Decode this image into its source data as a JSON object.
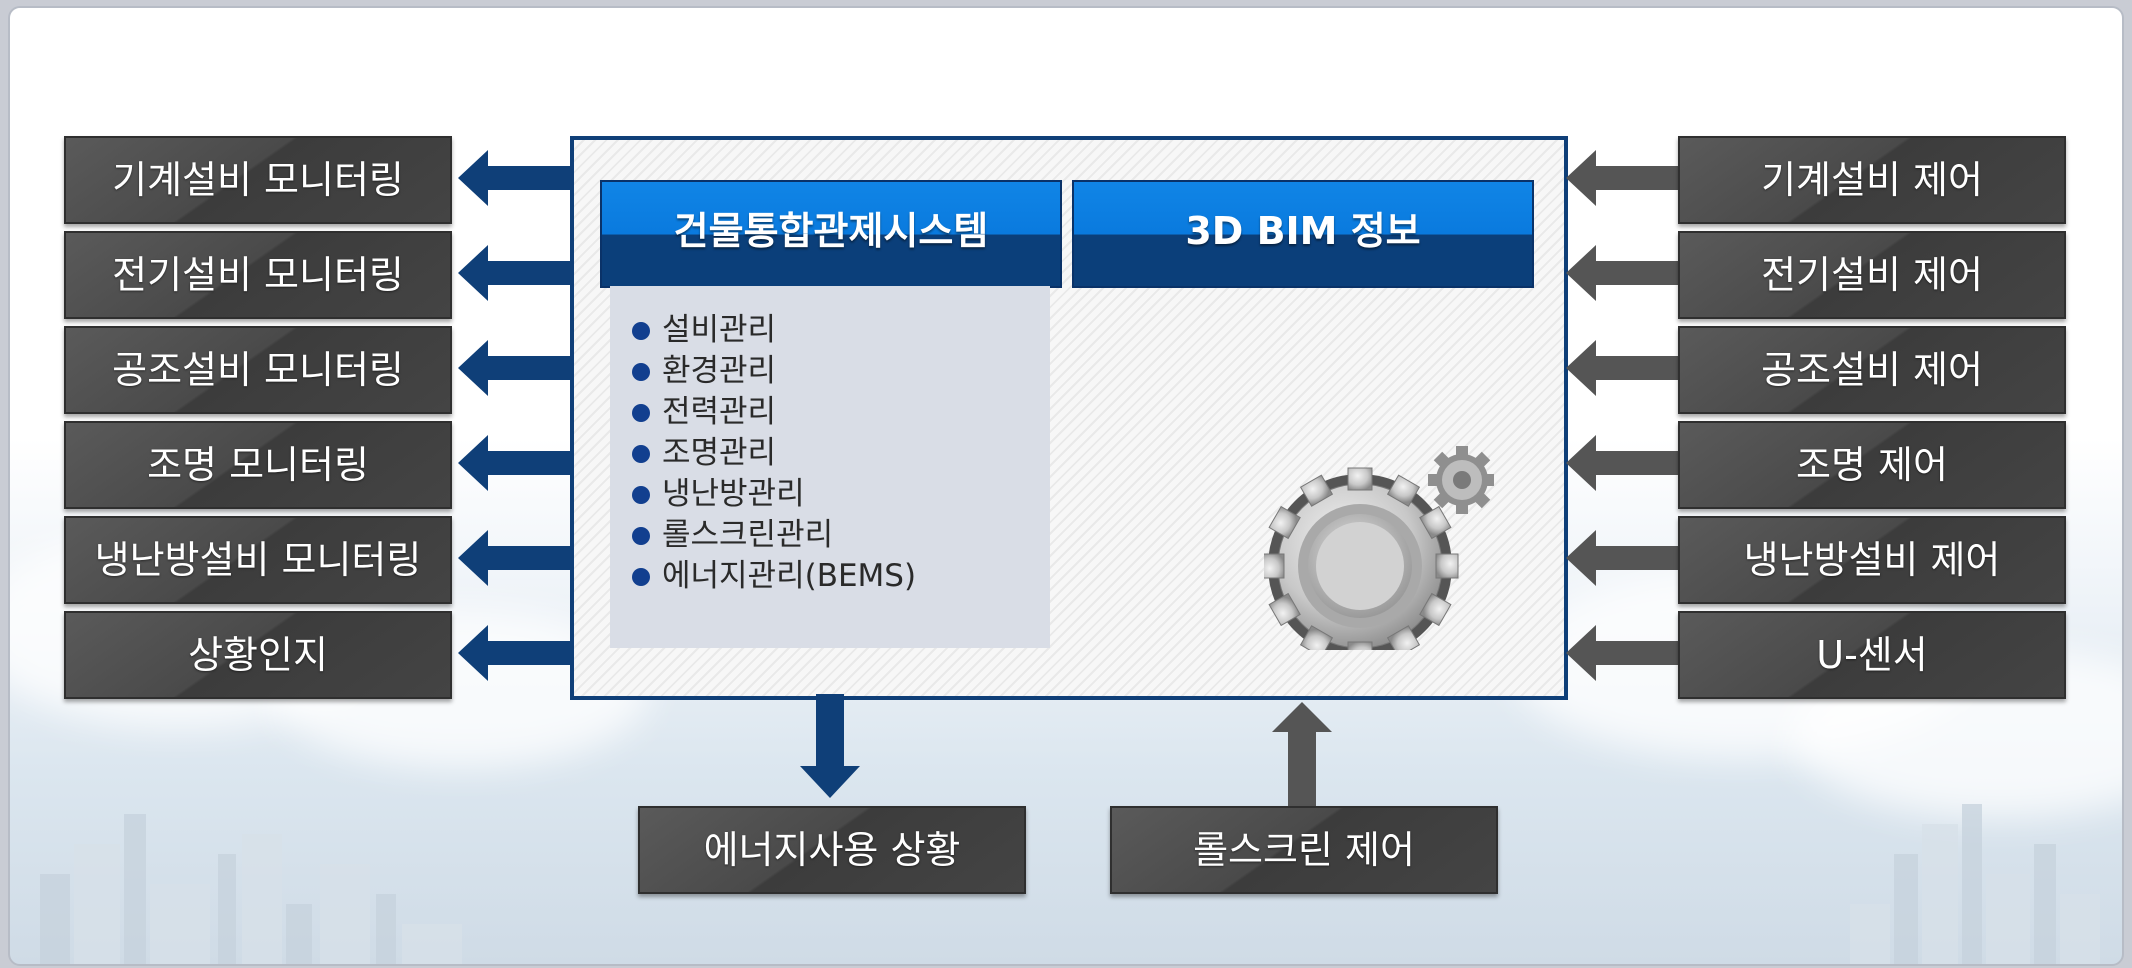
{
  "left_items": [
    {
      "label": "기계설비 모니터링"
    },
    {
      "label": "전기설비 모니터링"
    },
    {
      "label": "공조설비 모니터링"
    },
    {
      "label": "조명 모니터링"
    },
    {
      "label": "냉난방설비 모니터링"
    },
    {
      "label": "상황인지"
    }
  ],
  "right_items": [
    {
      "label": "기계설비 제어"
    },
    {
      "label": "전기설비 제어"
    },
    {
      "label": "공조설비 제어"
    },
    {
      "label": "조명 제어"
    },
    {
      "label": "냉난방설비 제어"
    },
    {
      "label": "U-센서"
    }
  ],
  "center": {
    "header_left": "건물통합관제시스템",
    "header_right": "3D BIM 정보",
    "list": [
      "설비관리",
      "환경관리",
      "전력관리",
      "조명관리",
      "냉난방관리",
      "롤스크린관리",
      "에너지관리(BEMS)"
    ]
  },
  "bottom": {
    "left": "에너지사용 상황",
    "right": "롤스크린 제어"
  },
  "icons": {
    "center": "gears-icon"
  },
  "colors": {
    "navy": "#0f3f78",
    "blue": "#0a7ade",
    "dark_box": "#444444",
    "arrow_right": "#555555"
  }
}
